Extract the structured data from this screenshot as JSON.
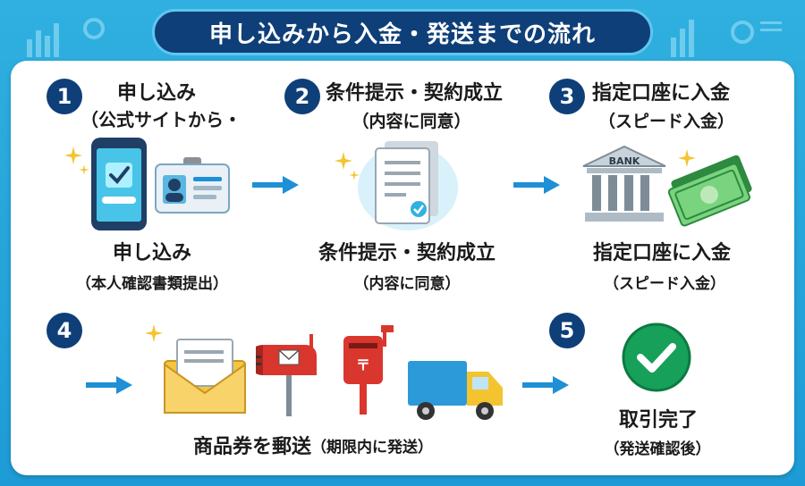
{
  "title": "申し込みから入金・発送までの流れ",
  "steps": [
    {
      "number": "1",
      "heading": "申し込み",
      "heading_sub": "（公式サイトから・",
      "caption": "申し込み",
      "caption_sub": "（本人確認書類提出）"
    },
    {
      "number": "2",
      "heading": "条件提示・契約成立",
      "heading_sub": "（内容に同意）",
      "caption": "条件提示・契約成立",
      "caption_sub": "（内容に同意）"
    },
    {
      "number": "3",
      "heading": "指定口座に入金",
      "heading_sub": "（スピード入金）",
      "caption": "指定口座に入金",
      "caption_sub": "（スピード入金）"
    },
    {
      "number": "4",
      "caption": "商品券を郵送",
      "caption_sub": "（期限内に発送）"
    },
    {
      "number": "5",
      "caption": "取引完了",
      "caption_sub": "（発送確認後）"
    }
  ],
  "bank_sign": "BANK",
  "icons": [
    "smartphone-check-icon",
    "id-card-icon",
    "document-check-icon",
    "bank-building-icon",
    "cash-icon",
    "envelope-icon",
    "mailbox-icon",
    "post-box-icon",
    "delivery-truck-icon",
    "checkmark-circle-icon"
  ],
  "colors": {
    "badge": "#0f3f78",
    "background": "#1e9bd6",
    "arrow": "#1f8fd6",
    "check": "#17a05a"
  }
}
